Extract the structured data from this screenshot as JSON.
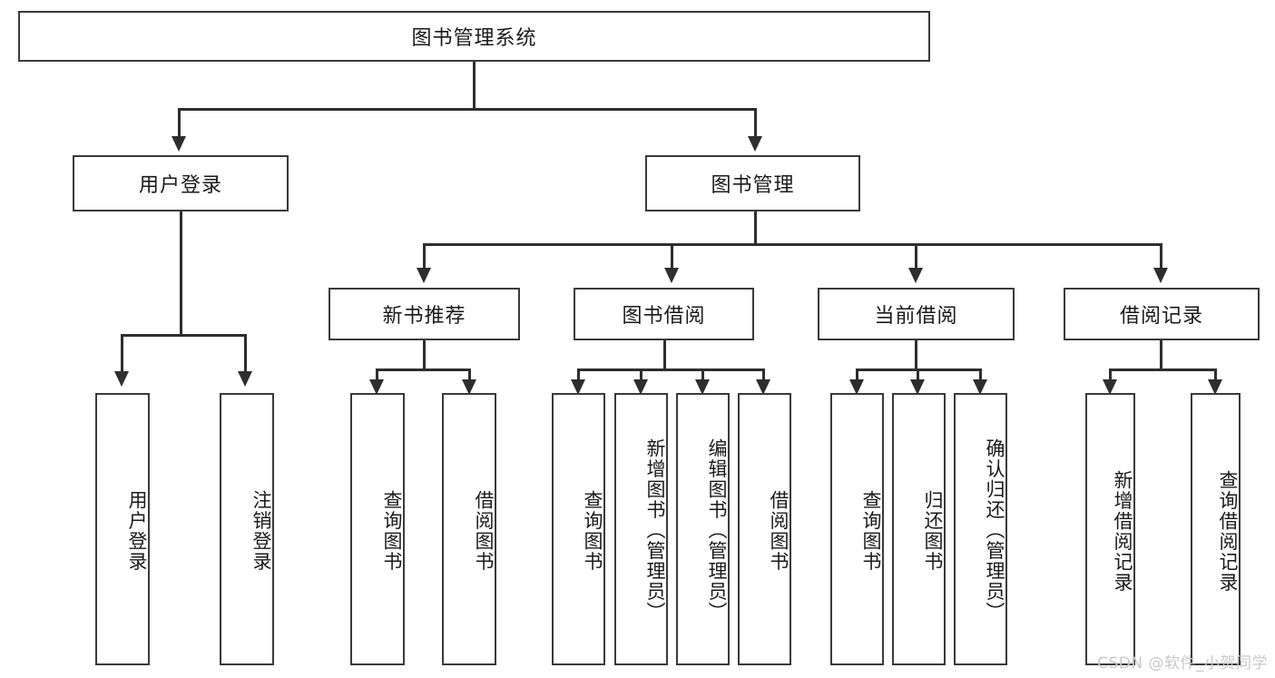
{
  "diagram": {
    "title": "图书管理系统",
    "type": "tree-hierarchy-chart",
    "watermark": "CSDN @软件_小贺同学",
    "colors": {
      "box_border": "#3a3a3a",
      "line": "#2e2e2e",
      "background": "#ffffff",
      "text": "#1a1a1a",
      "watermark": "#c9c9c9"
    },
    "root": {
      "label": "图书管理系统"
    },
    "level2": [
      {
        "id": "user-login",
        "label": "用户登录"
      },
      {
        "id": "book-management",
        "label": "图书管理"
      }
    ],
    "level3": [
      {
        "id": "new-book-recommend",
        "label": "新书推荐"
      },
      {
        "id": "book-borrow",
        "label": "图书借阅"
      },
      {
        "id": "current-borrow",
        "label": "当前借阅"
      },
      {
        "id": "borrow-record",
        "label": "借阅记录"
      }
    ],
    "leaves": {
      "user_login": [
        {
          "id": "leaf-user-login",
          "label": "用户登录"
        },
        {
          "id": "leaf-logout-login",
          "label": "注销登录"
        }
      ],
      "new_book_recommend": [
        {
          "id": "leaf-query-book-1",
          "label": "查询图书"
        },
        {
          "id": "leaf-borrow-book-1",
          "label": "借阅图书"
        }
      ],
      "book_borrow": [
        {
          "id": "leaf-query-book-2",
          "label": "查询图书"
        },
        {
          "id": "leaf-add-book",
          "label": "新增图书（管理员）"
        },
        {
          "id": "leaf-edit-book",
          "label": "编辑图书（管理员）"
        },
        {
          "id": "leaf-borrow-book-2",
          "label": "借阅图书"
        }
      ],
      "current_borrow": [
        {
          "id": "leaf-query-book-3",
          "label": "查询图书"
        },
        {
          "id": "leaf-return-book",
          "label": "归还图书"
        },
        {
          "id": "leaf-confirm-return",
          "label": "确认归还（管理员）"
        }
      ],
      "borrow_record": [
        {
          "id": "leaf-add-record",
          "label": "新增借阅记录"
        },
        {
          "id": "leaf-query-record",
          "label": "查询借阅记录"
        }
      ]
    }
  }
}
